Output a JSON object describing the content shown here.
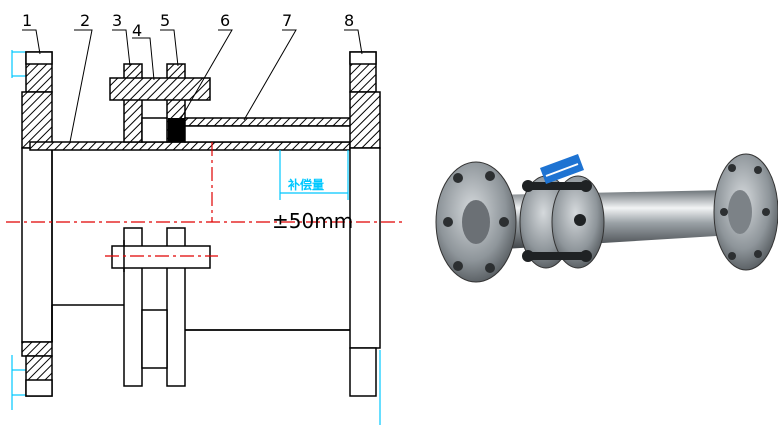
{
  "figure": {
    "part_numbers": [
      "1",
      "2",
      "3",
      "4",
      "5",
      "6",
      "7",
      "8"
    ],
    "compensation_label": "补偿量",
    "dimension_text": "±50mm"
  },
  "colors": {
    "outline": "#000000",
    "hatch": "#000000",
    "centerline": "#e00000",
    "dimension": "#00c8ff",
    "steel_light": "#d9dde0",
    "steel_dark": "#4b5054",
    "tag_blue": "#1e73d2"
  },
  "icons": {
    "drawing": "expansion-joint-section-drawing",
    "photo": "expansion-joint-product-photo"
  }
}
